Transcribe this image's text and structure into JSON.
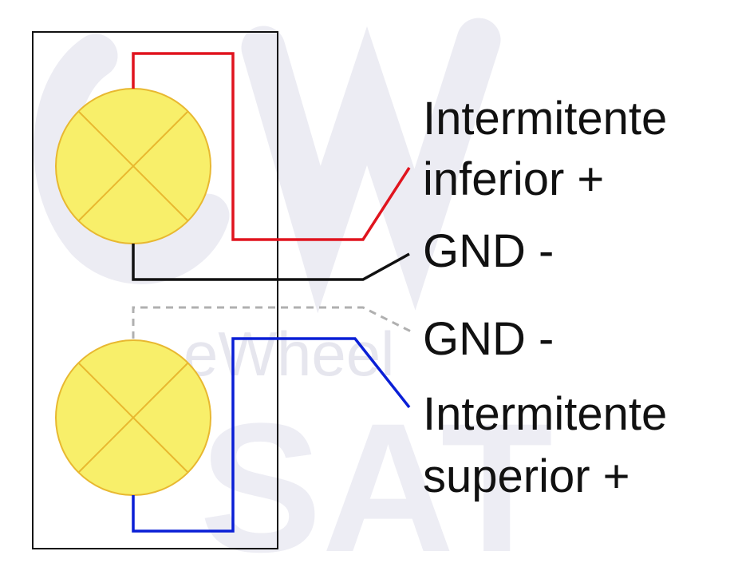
{
  "watermark": {
    "brand_text": "eWheel",
    "brand_text_2": "SAT"
  },
  "labels": {
    "intermitente_inferior_line1": "Intermitente",
    "intermitente_inferior_line2": "inferior +",
    "gnd_top": "GND -",
    "gnd_bottom": "GND -",
    "intermitente_superior_line1": "Intermitente",
    "intermitente_superior_line2": "superior +"
  },
  "colors": {
    "wire_red": "#e0141e",
    "wire_black": "#111111",
    "wire_blue": "#0a1fd6",
    "wire_gray_dashed": "#b0b0b0",
    "lamp_fill": "#f8ef6a",
    "lamp_stroke": "#e8b830",
    "housing_stroke": "#111111",
    "watermark": "#e9e9f2"
  }
}
